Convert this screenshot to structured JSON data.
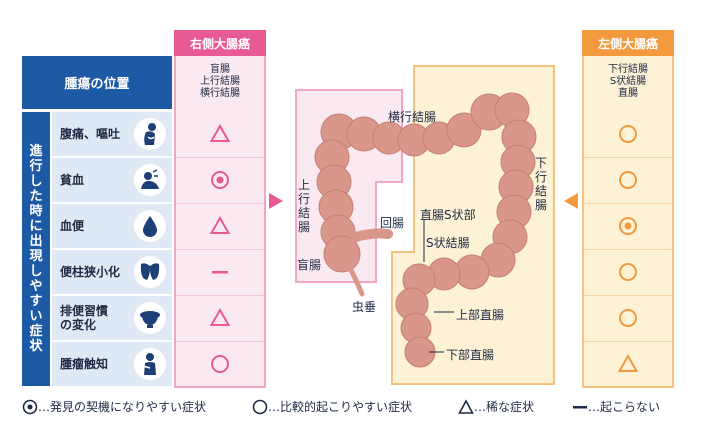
{
  "table": {
    "position_header": "腫瘍の位置",
    "symptoms_header": [
      "進",
      "行",
      "し",
      "た",
      "時",
      "に",
      "出",
      "現",
      "し",
      "や",
      "す",
      "い",
      "症",
      "状"
    ],
    "rows": [
      {
        "label": "腹痛、嘔吐",
        "icon": "abdominal-pain-icon",
        "right": "triangle",
        "left": "circle"
      },
      {
        "label": "貧血",
        "icon": "anemia-icon",
        "right": "double-circle",
        "left": "circle"
      },
      {
        "label": "血便",
        "icon": "blood-drop-icon",
        "right": "triangle",
        "left": "double-circle"
      },
      {
        "label": "便柱狭小化",
        "icon": "narrow-stool-icon",
        "right": "dash",
        "left": "circle"
      },
      {
        "label": "排便習慣の変化",
        "label_line1": "排便習慣",
        "label_line2": "の変化",
        "icon": "toilet-icon",
        "right": "triangle",
        "left": "circle"
      },
      {
        "label": "腫瘤触知",
        "icon": "palpation-icon",
        "right": "circle",
        "left": "triangle"
      }
    ]
  },
  "right_colon": {
    "header": "右側大腸癌",
    "parts": [
      "盲腸",
      "上行結腸",
      "横行結腸"
    ]
  },
  "left_colon": {
    "header": "左側大腸癌",
    "parts": [
      "下行結腸",
      "S状結腸",
      "直腸"
    ]
  },
  "diagram": {
    "transverse": "横行結腸",
    "ascending": [
      "上",
      "行",
      "結",
      "腸"
    ],
    "descending": [
      "下",
      "行",
      "結",
      "腸"
    ],
    "ileum": "回腸",
    "cecum": "盲腸",
    "appendix": "虫垂",
    "rectosigmoid": "直腸S状部",
    "sigmoid": "S状結腸",
    "upper_rectum": "上部直腸",
    "lower_rectum": "下部直腸"
  },
  "legend": {
    "double_circle": "…発見の契機になりやすい症状",
    "circle": "…比較的起こりやすい症状",
    "triangle": "…稀な症状",
    "dash": "…起こらない"
  },
  "colors": {
    "navy": "#1d5aa5",
    "light_blue": "#dfe8f5",
    "pink": "#e85a92",
    "pink_light": "#fbe9f1",
    "orange": "#f39a3e",
    "orange_light": "#fdf1d6",
    "colon": "#d9968a"
  }
}
